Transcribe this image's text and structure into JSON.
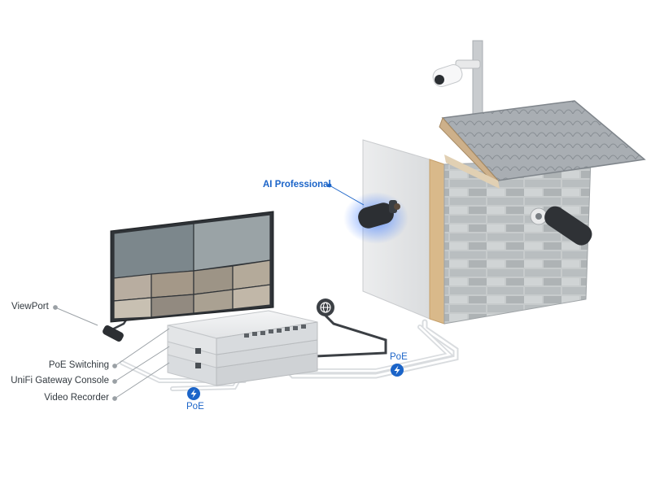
{
  "labels": {
    "ai_professional": "AI Professional",
    "viewport": "ViewPort",
    "poe_switching": "PoE Switching",
    "gateway_console": "UniFi Gateway Console",
    "video_recorder": "Video Recorder",
    "poe_left": "PoE",
    "poe_right": "PoE"
  },
  "icons": {
    "internet": "globe-icon",
    "power": "lightning-bolt-icon"
  },
  "colors": {
    "accent": "#1b64c8"
  }
}
